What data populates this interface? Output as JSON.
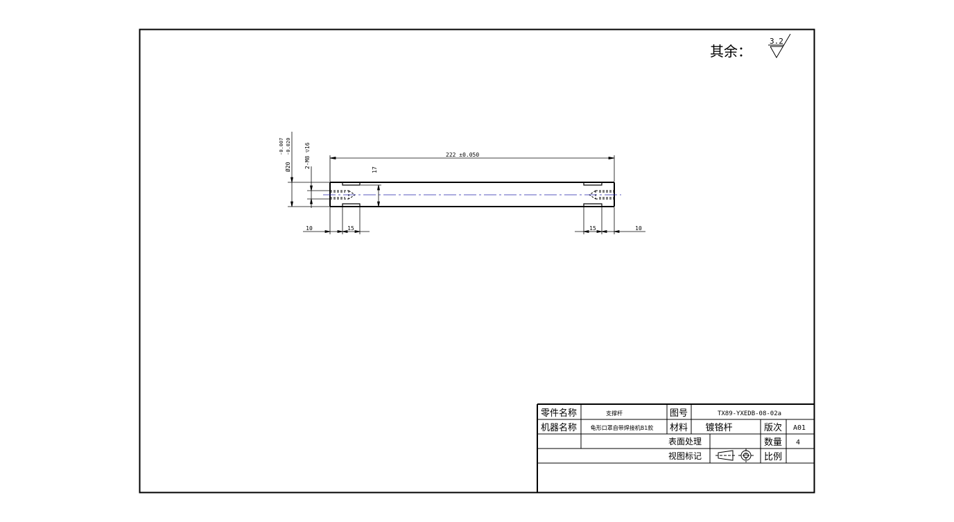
{
  "roughness_note": {
    "label": "其余：",
    "value": "3.2"
  },
  "part_drawing": {
    "overall_length": "222 ±0.050",
    "diameter_symbol": "Ø20",
    "diameter_tol_upper": "-0.007",
    "diameter_tol_lower": "-0.020",
    "thread_note": "2-M8 ▽16",
    "groove_depth": "17",
    "left_end_offset": "10",
    "left_groove_width": "15",
    "right_groove_width": "15",
    "right_end_offset": "10"
  },
  "title_block": {
    "part_name_label": "零件名称",
    "part_name_value": "支撑杆",
    "drawing_no_label": "图号",
    "drawing_no_value": "TX89-YXEDB-08-02a",
    "machine_name_label": "机器名称",
    "machine_name_value": "龟形口罩自带焊接机B1款",
    "material_label": "材料",
    "material_value": "镀铬杆",
    "revision_label": "版次",
    "revision_value": "A01",
    "surface_label": "表面处理",
    "quantity_label": "数量",
    "quantity_value": "4",
    "view_label": "视图标记",
    "scale_label": "比例"
  }
}
